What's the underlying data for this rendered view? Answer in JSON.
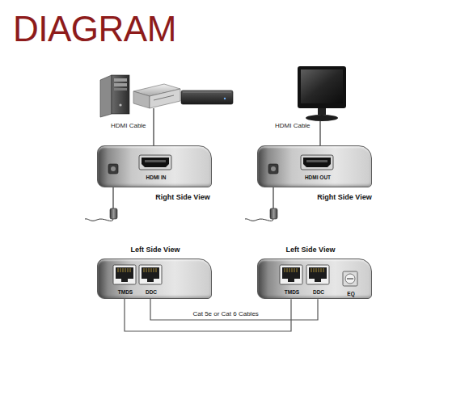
{
  "diagram": {
    "title": "DIAGRAM",
    "nodes": [
      {
        "text": [
          "HDMI IN",
          "Right Side View"
        ]
      },
      {
        "text": [
          "HDMI OUT",
          "Right Side View"
        ]
      },
      {
        "text": [
          "Left Side View",
          "TMDS",
          "DDC"
        ]
      },
      {
        "text": [
          "Left Side View",
          "TMDS",
          "DDC",
          "EQ"
        ]
      }
    ],
    "edges": [
      {
        "from": 2,
        "to": 3,
        "arrow": "none"
      },
      {
        "from": 2,
        "to": 3,
        "label": "Cat 5e or Cat 6 Cables",
        "arrow": "none"
      }
    ],
    "labels": [
      "HDMI Cable",
      "HDMI Cable"
    ]
  }
}
